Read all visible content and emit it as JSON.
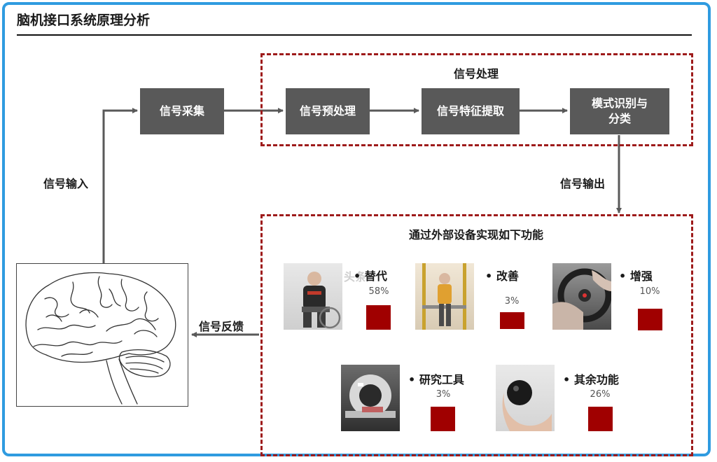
{
  "header": {
    "title": "脑机接口系统原理分析"
  },
  "pipeline": {
    "acquisition": "信号采集",
    "processing_group_label": "信号处理",
    "preprocessing": "信号预处理",
    "feature_extraction": "信号特征提取",
    "classification": "模式识别与\n分类"
  },
  "flows": {
    "input": "信号输入",
    "output": "信号输出",
    "feedback": "信号反馈"
  },
  "applications": {
    "heading": "通过外部设备实现如下功能",
    "watermark": "头条",
    "items": [
      {
        "name": "替代",
        "percent": "58%",
        "icon": "wheelchair-photo"
      },
      {
        "name": "改善",
        "percent": "3%",
        "icon": "rehab-exoskeleton-photo"
      },
      {
        "name": "增强",
        "percent": "10%",
        "icon": "steering-wheel-photo"
      },
      {
        "name": "研究工具",
        "percent": "3%",
        "icon": "mri-scanner-photo"
      },
      {
        "name": "其余功能",
        "percent": "26%",
        "icon": "stress-ball-photo"
      }
    ],
    "bullet": "•"
  },
  "colors": {
    "box": "#595959",
    "dashed": "#9e1b1b",
    "square": "#a00000",
    "frame": "#2f9be0"
  }
}
